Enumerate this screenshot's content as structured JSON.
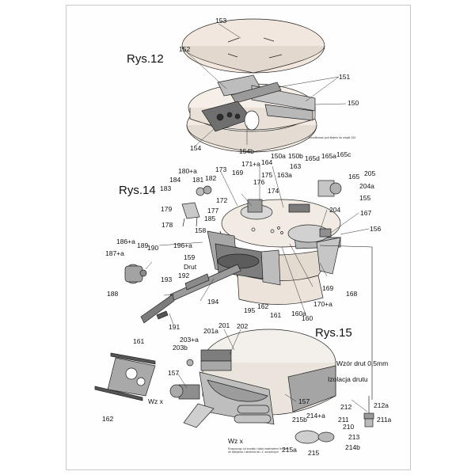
{
  "titles": {
    "fig12": "Rys.12",
    "fig14": "Rys.14",
    "fig15": "Rys.15"
  },
  "notes": {
    "glue_under_152": "Zeszlifować pod klejem do wnęki 152",
    "wzx_line1": "Rozpocząć od środka i dalej materiałem 'krzywe'",
    "wzx_line2": "ze sklejania i ułożenia ich. z. szczelnych"
  },
  "parts": {
    "p153": "153",
    "p152": "152",
    "p151": "151",
    "p150": "150",
    "p154": "154",
    "p154b": "154b",
    "p150a": "150a",
    "p150b": "150b",
    "p173": "173",
    "p169a": "169",
    "p171a": "171+a",
    "p164": "164",
    "p163": "163",
    "p176": "176",
    "p175": "175",
    "p174": "174",
    "p163a": "163a",
    "p180a": "180+a",
    "p184": "184",
    "p181": "181",
    "p182": "182",
    "p183": "183",
    "p172": "172",
    "p179": "179",
    "p177": "177",
    "p185": "185",
    "p178": "178",
    "p165d": "165d",
    "p165a": "165a",
    "p165c": "165c",
    "p165": "165",
    "p205": "205",
    "p204a": "204a",
    "p155": "155",
    "p204": "204",
    "p167": "167",
    "p156": "156",
    "p158": "158",
    "p196a": "196+a",
    "p186a": "186+a",
    "p189": "189",
    "p190": "190",
    "p187a": "187+a",
    "p159": "159",
    "drut": "Drut",
    "p192": "192",
    "p193": "193",
    "p188": "188",
    "p194": "194",
    "p195": "195",
    "p162a": "162",
    "p161a": "161",
    "p160a": "160a",
    "p160": "160",
    "p170a": "170+a",
    "p169b": "169",
    "p168": "168",
    "p191": "191",
    "p201a": "201a",
    "p201": "201",
    "p202": "202",
    "p203a": "203+a",
    "p203b": "203b",
    "p161b": "161",
    "p157a": "157",
    "p157b": "157",
    "wzx1": "Wz x",
    "p162b": "162",
    "wzx2": "Wz x",
    "p214a": "214+a",
    "p215b": "215b",
    "p215a": "215a",
    "p215": "215",
    "p214b": "214b",
    "p213": "213",
    "p210": "210",
    "p211": "211",
    "p211a": "211a",
    "p212": "212",
    "p212a": "212a",
    "izolacja": "Izolacja drutu",
    "wzor": "Wzór drut 0,5mm"
  },
  "colors": {
    "panel": "#bdbdbd",
    "panel_dark": "#8c8c8c",
    "panel_light": "#e6e6e6",
    "cream": "#efe6dc",
    "outline": "#222222",
    "leader": "#333333"
  }
}
